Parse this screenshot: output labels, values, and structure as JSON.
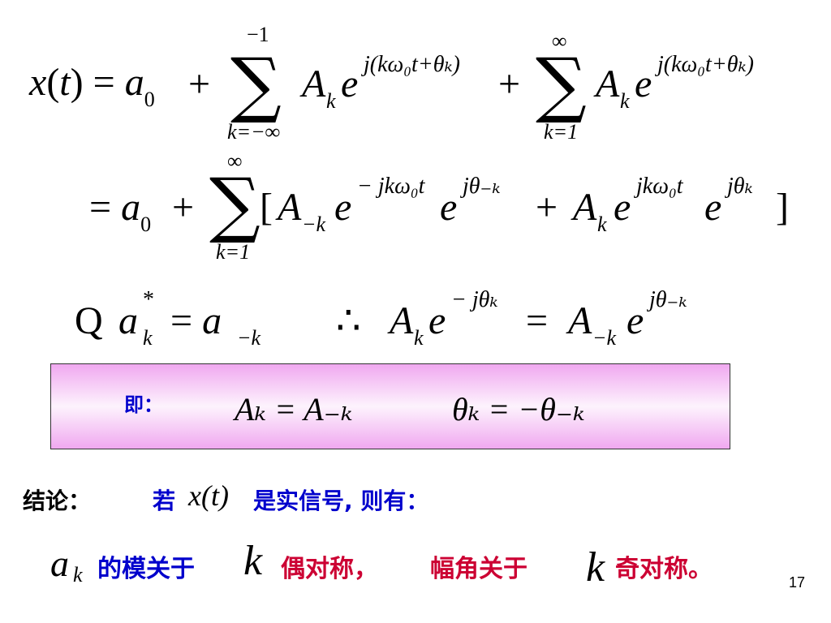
{
  "slide": {
    "page_number": "17",
    "eq1": {
      "lhs": "x(t) = a",
      "a0_sub": "0",
      "plus": "+",
      "sum1_top": "−1",
      "sum1_bottom": "k=−∞",
      "term_A": "A",
      "term_k": "k",
      "term_e": "e",
      "exp": "j(kω₀t+θₖ)",
      "sum2_top": "∞",
      "sum2_bottom": "k=1"
    },
    "eq2": {
      "start": "= a",
      "a0_sub": "0",
      "plus": "+",
      "sum_top": "∞",
      "sum_bottom": "k=1",
      "bracket_open": "[",
      "A_neg": "A",
      "sub_neg_k": "−k",
      "exp1": "− jkω₀t",
      "exp2": "jθ₋ₖ",
      "exp3": "jkω₀t",
      "exp4": "jθₖ",
      "bracket_close": "]"
    },
    "eq3": {
      "because": "Q",
      "a": "a",
      "star": "*",
      "k": "k",
      "eq": "= a",
      "neg_k": "−k",
      "therefore": "∴",
      "exp_left": "− jθₖ",
      "eq2": "=",
      "exp_right": "jθ₋ₖ"
    },
    "box": {
      "label": "即：",
      "eq_left": "Aₖ = A₋ₖ",
      "eq_right": "θₖ = −θ₋ₖ"
    },
    "conclusion": {
      "label": "结论：",
      "if": "若",
      "x_of_t": "x(t)",
      "text": "是实信号, 则有："
    },
    "final": {
      "a": "a",
      "k": "k",
      "part1": "的模关于",
      "k_var": "k",
      "part2": "偶对称，",
      "part3": "幅角关于",
      "part4": "奇对称。"
    }
  }
}
